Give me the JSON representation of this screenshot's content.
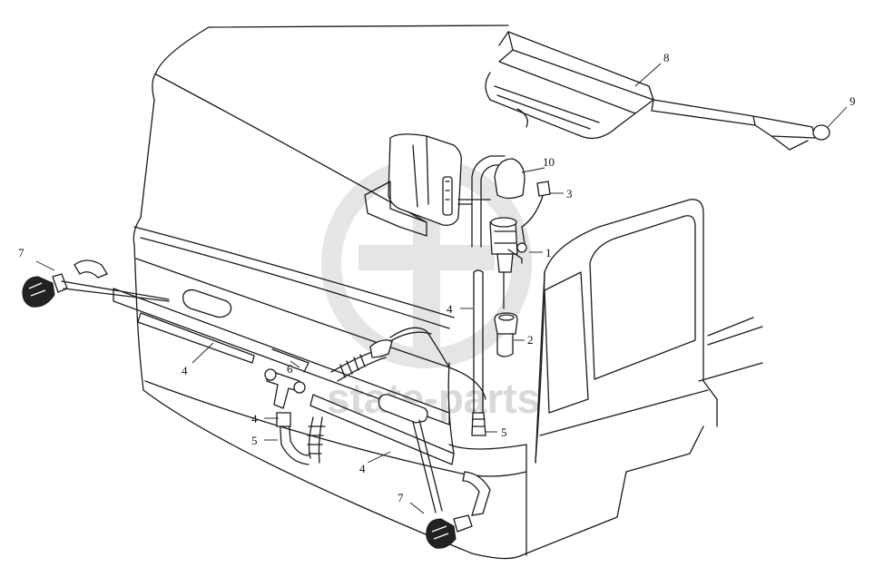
{
  "watermark": {
    "text": "state-parts",
    "color": "#d9d9d9"
  },
  "parts": {
    "washer_pump": "1",
    "grommet": "2",
    "connector": "3",
    "hose": "4",
    "hose_connector": "5",
    "t_piece": "6",
    "washer_nozzle": "7",
    "wiper_arm": "8",
    "wiper_blade_end": "9",
    "reservoir_cap": "10"
  },
  "labels": [
    {
      "id": "label-1",
      "text": "1"
    },
    {
      "id": "label-2",
      "text": "2"
    },
    {
      "id": "label-3",
      "text": "3"
    },
    {
      "id": "label-4-upper",
      "text": "4"
    },
    {
      "id": "label-4-left",
      "text": "4"
    },
    {
      "id": "label-4-lower-left",
      "text": "4"
    },
    {
      "id": "label-4-bottom",
      "text": "4"
    },
    {
      "id": "label-5-left",
      "text": "5"
    },
    {
      "id": "label-5-right",
      "text": "5"
    },
    {
      "id": "label-6",
      "text": "6"
    },
    {
      "id": "label-7-left",
      "text": "7"
    },
    {
      "id": "label-7-bottom",
      "text": "7"
    },
    {
      "id": "label-8",
      "text": "8"
    },
    {
      "id": "label-9",
      "text": "9"
    },
    {
      "id": "label-10",
      "text": "10"
    }
  ]
}
